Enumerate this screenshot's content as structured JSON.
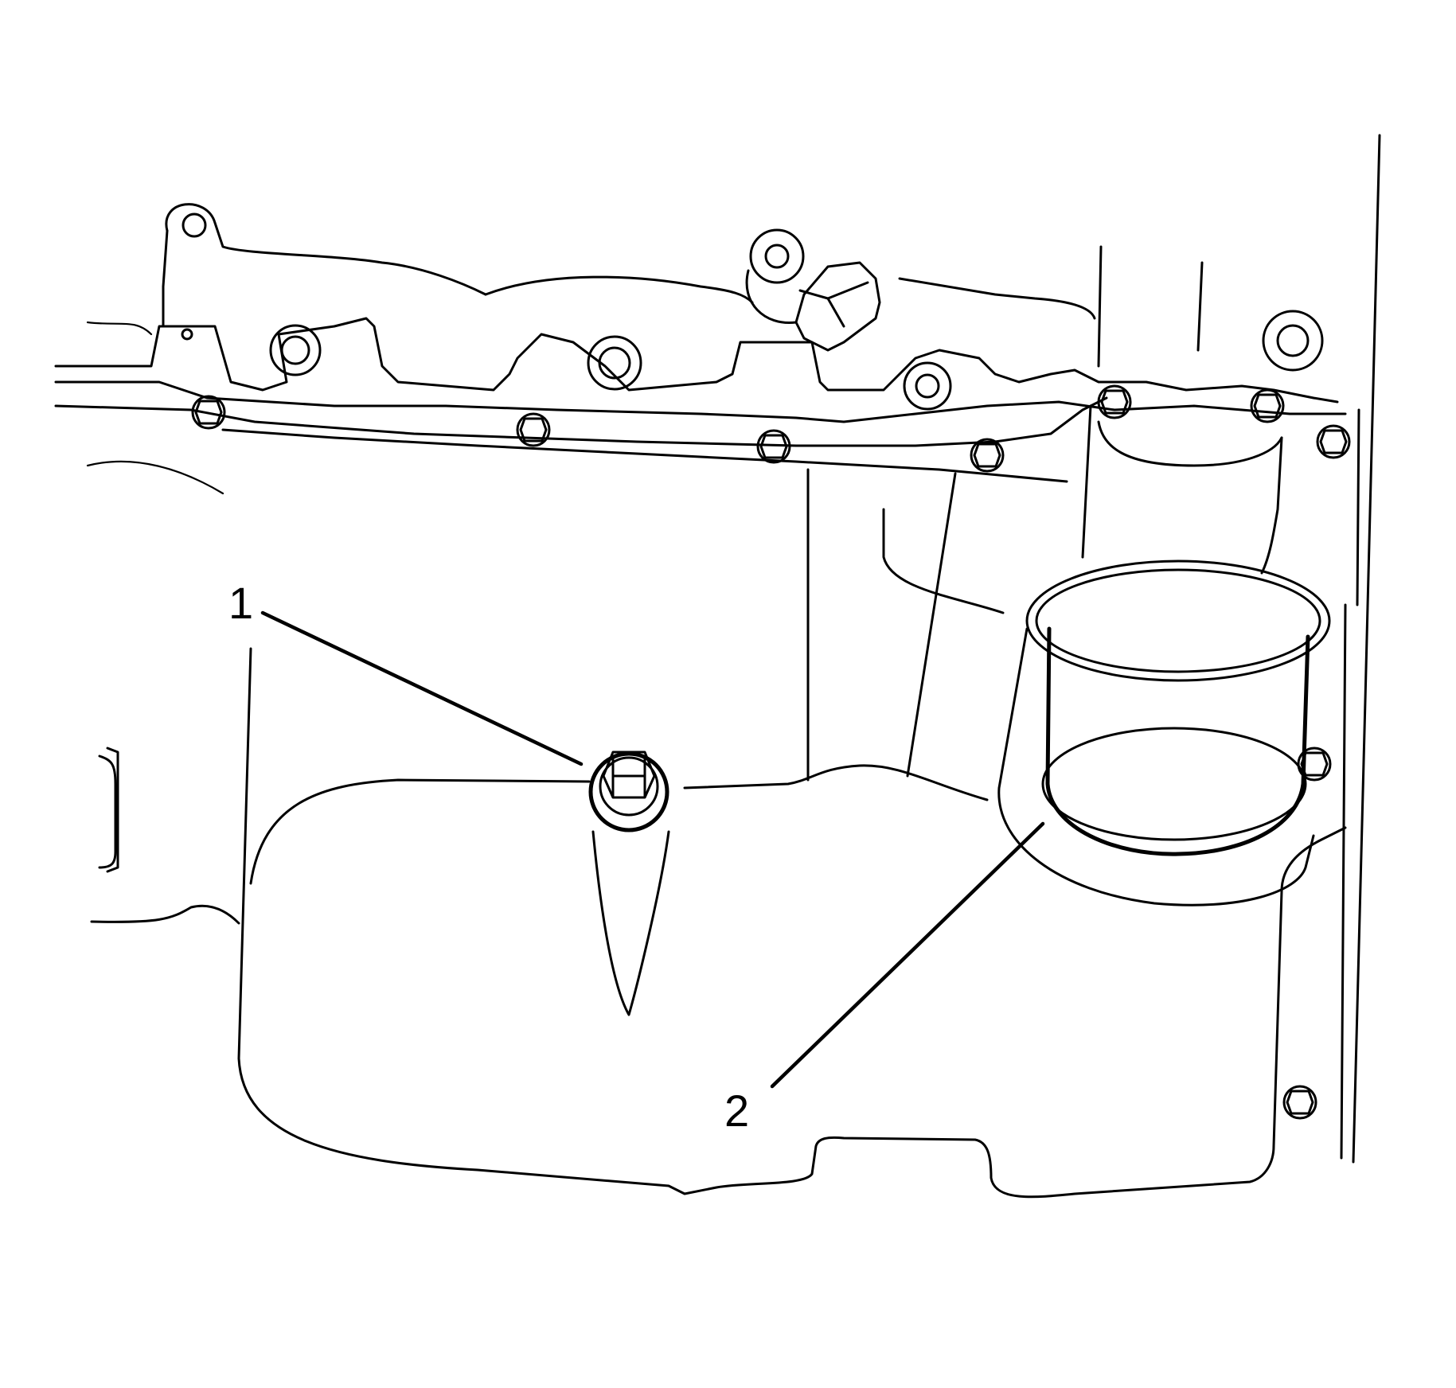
{
  "figure": {
    "description": "Engine oil pan line illustration with drain plug and oil filter",
    "callouts": [
      {
        "label": "1",
        "target": "oil-drain-plug"
      },
      {
        "label": "2",
        "target": "oil-filter"
      }
    ],
    "colors": {
      "line": "#000000",
      "background": "#ffffff"
    }
  }
}
